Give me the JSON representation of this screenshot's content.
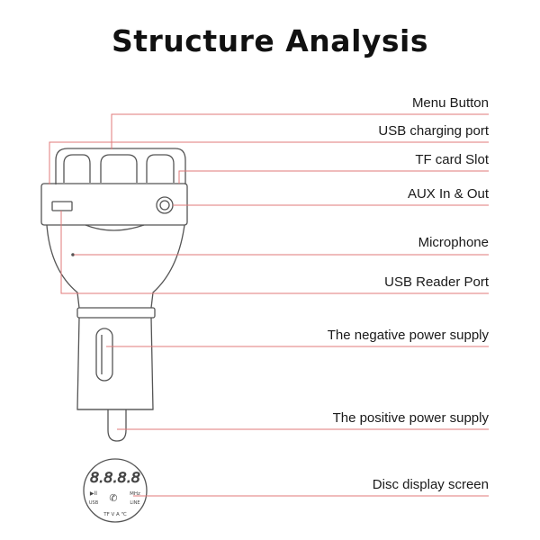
{
  "title": "Structure Analysis",
  "labels": {
    "menu_button": "Menu Button",
    "usb_charging_port": "USB charging port",
    "tf_card_slot": "TF card Slot",
    "aux_in_out": "AUX In & Out",
    "microphone": "Microphone",
    "usb_reader_port": "USB Reader Port",
    "negative_power": "The negative power supply",
    "positive_power": "The positive power supply",
    "disc_display": "Disc display screen"
  },
  "display": {
    "digits": "8.8.8.8",
    "play_pause": "▶II",
    "usb": "USB",
    "mhz": "MHz",
    "line": "LINE",
    "indicators": "TF V A ℃"
  },
  "colors": {
    "leader_line": "#e07878",
    "outline": "#555555",
    "title": "#111111"
  }
}
